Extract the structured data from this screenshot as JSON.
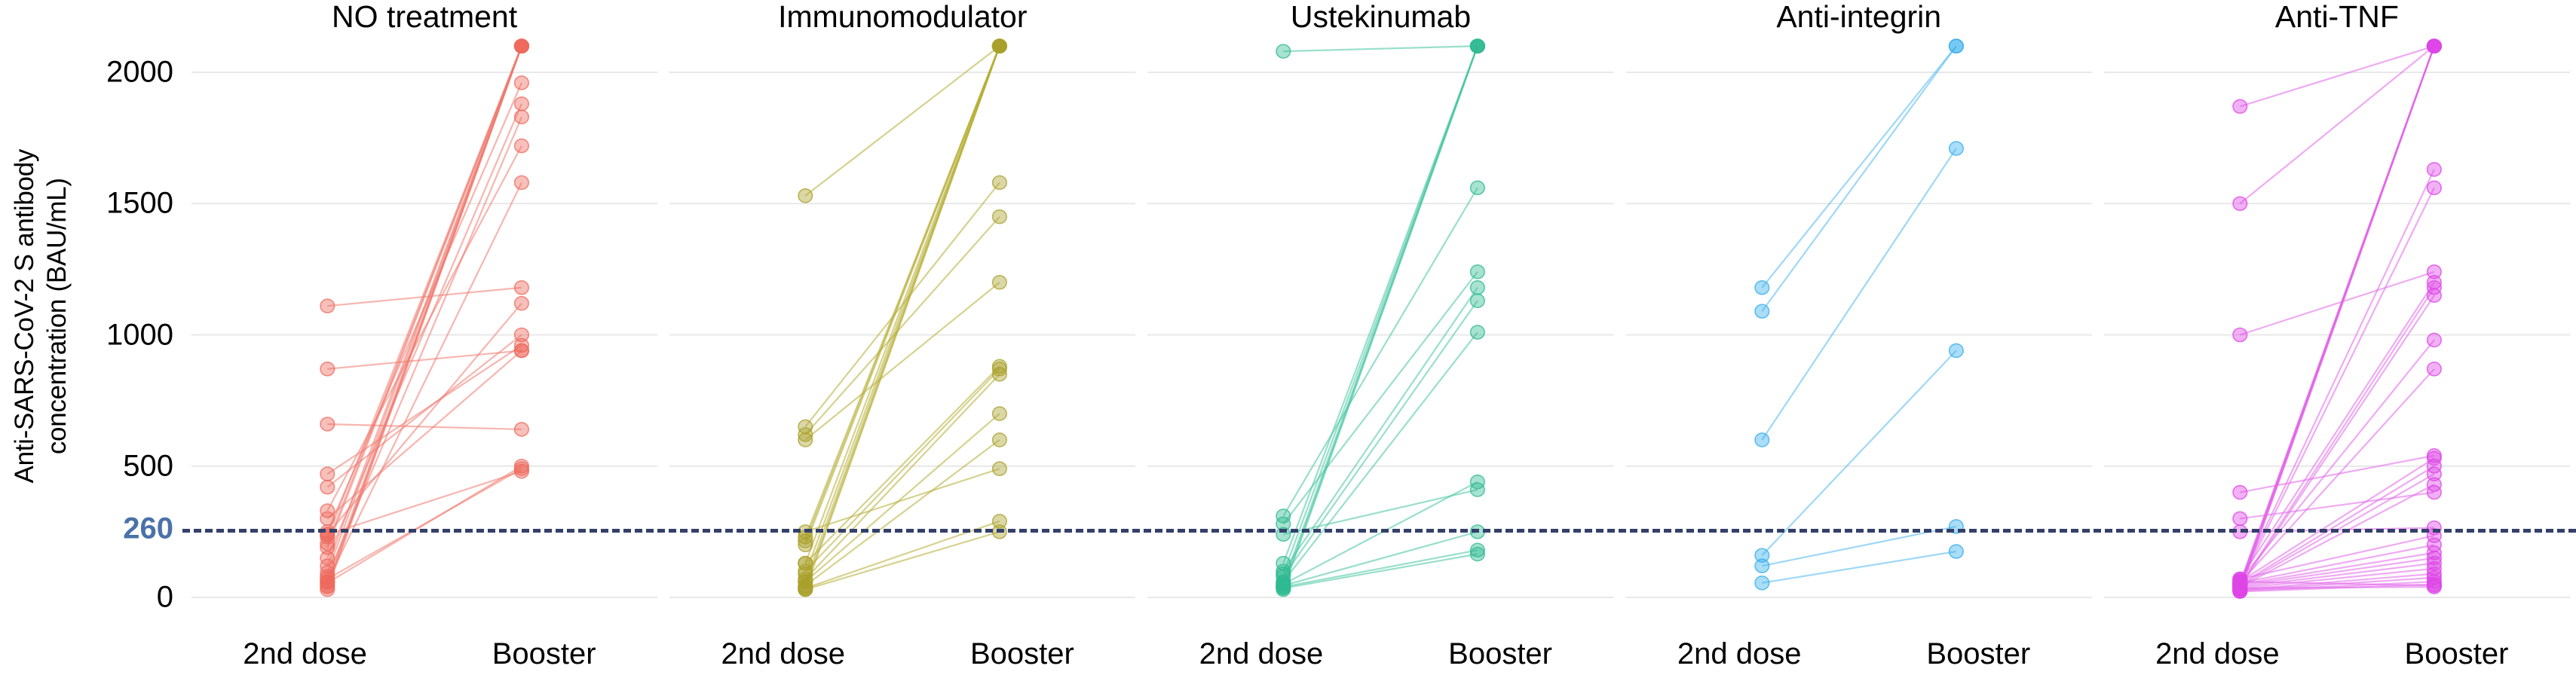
{
  "axis": {
    "ylabel_line1": "Anti-SARS-CoV-2 S antibody",
    "ylabel_line2": "concentration (BAU/mL)",
    "ytick_labels": [
      "2000",
      "1500",
      "1000",
      "500",
      "260",
      "0"
    ],
    "xtick_labels": [
      "2nd dose",
      "Booster"
    ],
    "threshold_label": "260",
    "threshold_color": "#33406b",
    "threshold_label_color": "#4a72a8",
    "gridline_color": "#e8e8e8"
  },
  "chart_data": {
    "type": "line",
    "title": "",
    "xlabel": "",
    "ylabel": "Anti-SARS-CoV-2 S antibody concentration (BAU/mL)",
    "ylim": [
      0,
      2100
    ],
    "yticks": [
      0,
      260,
      500,
      1000,
      1500,
      2000
    ],
    "ytick_labels": [
      "0",
      "260",
      "500",
      "1000",
      "1500",
      "2000"
    ],
    "x": [
      "2nd dose",
      "Booster"
    ],
    "grid": "horizontal",
    "legend": "none",
    "threshold": 260,
    "threshold_style": "dashed",
    "panels": [
      {
        "name": "NO treatment",
        "color": "#f0796e",
        "point_color": "#ee6a5e",
        "series": [
          {
            "values": [
              230,
              2100
            ]
          },
          {
            "values": [
              205,
              2100
            ]
          },
          {
            "values": [
              190,
              2100
            ]
          },
          {
            "values": [
              120,
              2100
            ]
          },
          {
            "values": [
              95,
              2100
            ]
          },
          {
            "values": [
              60,
              2100
            ]
          },
          {
            "values": [
              45,
              2100
            ]
          },
          {
            "values": [
              40,
              2100
            ]
          },
          {
            "values": [
              30,
              2100
            ]
          },
          {
            "values": [
              250,
              1960
            ]
          },
          {
            "values": [
              150,
              1880
            ]
          },
          {
            "values": [
              80,
              1830
            ]
          },
          {
            "values": [
              330,
              1720
            ]
          },
          {
            "values": [
              60,
              1580
            ]
          },
          {
            "values": [
              1110,
              1180
            ]
          },
          {
            "values": [
              240,
              1120
            ]
          },
          {
            "values": [
              420,
              1000
            ]
          },
          {
            "values": [
              470,
              960
            ]
          },
          {
            "values": [
              870,
              940
            ]
          },
          {
            "values": [
              300,
              940
            ]
          },
          {
            "values": [
              660,
              640
            ]
          },
          {
            "values": [
              55,
              500
            ]
          },
          {
            "values": [
              70,
              490
            ]
          },
          {
            "values": [
              240,
              480
            ]
          }
        ]
      },
      {
        "name": "Immunomodulator",
        "color": "#b5ad33",
        "point_color": "#a9a02b",
        "series": [
          {
            "values": [
              230,
              2100
            ]
          },
          {
            "values": [
              215,
              2100
            ]
          },
          {
            "values": [
              200,
              2100
            ]
          },
          {
            "values": [
              130,
              2100
            ]
          },
          {
            "values": [
              90,
              2100
            ]
          },
          {
            "values": [
              60,
              2100
            ]
          },
          {
            "values": [
              40,
              2100
            ]
          },
          {
            "values": [
              30,
              2100
            ]
          },
          {
            "values": [
              1530,
              2100
            ]
          },
          {
            "values": [
              650,
              1580
            ]
          },
          {
            "values": [
              620,
              1450
            ]
          },
          {
            "values": [
              600,
              1200
            ]
          },
          {
            "values": [
              130,
              880
            ]
          },
          {
            "values": [
              100,
              870
            ]
          },
          {
            "values": [
              70,
              850
            ]
          },
          {
            "values": [
              60,
              700
            ]
          },
          {
            "values": [
              45,
              600
            ]
          },
          {
            "values": [
              250,
              490
            ]
          },
          {
            "values": [
              35,
              290
            ]
          },
          {
            "values": [
              30,
              250
            ]
          }
        ]
      },
      {
        "name": "Ustekinumab",
        "color": "#45c4a0",
        "point_color": "#2fba92",
        "series": [
          {
            "values": [
              2080,
              2100
            ]
          },
          {
            "values": [
              130,
              2100
            ]
          },
          {
            "values": [
              90,
              2100
            ]
          },
          {
            "values": [
              55,
              2100
            ]
          },
          {
            "values": [
              40,
              2100
            ]
          },
          {
            "values": [
              30,
              2100
            ]
          },
          {
            "values": [
              310,
              1560
            ]
          },
          {
            "values": [
              280,
              1240
            ]
          },
          {
            "values": [
              100,
              1180
            ]
          },
          {
            "values": [
              80,
              1130
            ]
          },
          {
            "values": [
              60,
              1010
            ]
          },
          {
            "values": [
              50,
              440
            ]
          },
          {
            "values": [
              240,
              410
            ]
          },
          {
            "values": [
              45,
              250
            ]
          },
          {
            "values": [
              40,
              180
            ]
          },
          {
            "values": [
              35,
              165
            ]
          }
        ]
      },
      {
        "name": "Anti-integrin",
        "color": "#4fb8ee",
        "point_color": "#35aeec",
        "series": [
          {
            "values": [
              1180,
              2100
            ]
          },
          {
            "values": [
              1090,
              2100
            ]
          },
          {
            "values": [
              600,
              1710
            ]
          },
          {
            "values": [
              160,
              940
            ]
          },
          {
            "values": [
              120,
              270
            ]
          },
          {
            "values": [
              55,
              175
            ]
          }
        ]
      },
      {
        "name": "Anti-TNF",
        "color": "#e264ea",
        "point_color": "#dd46e6",
        "series": [
          {
            "values": [
              1870,
              2100
            ]
          },
          {
            "values": [
              1500,
              2100
            ]
          },
          {
            "values": [
              55,
              2100
            ]
          },
          {
            "values": [
              50,
              2100
            ]
          },
          {
            "values": [
              45,
              2100
            ]
          },
          {
            "values": [
              40,
              2100
            ]
          },
          {
            "values": [
              35,
              2100
            ]
          },
          {
            "values": [
              30,
              2100
            ]
          },
          {
            "values": [
              25,
              2100
            ]
          },
          {
            "values": [
              60,
              1630
            ]
          },
          {
            "values": [
              50,
              1560
            ]
          },
          {
            "values": [
              1000,
              1240
            ]
          },
          {
            "values": [
              70,
              1200
            ]
          },
          {
            "values": [
              45,
              1180
            ]
          },
          {
            "values": [
              40,
              1150
            ]
          },
          {
            "values": [
              65,
              980
            ]
          },
          {
            "values": [
              55,
              870
            ]
          },
          {
            "values": [
              400,
              540
            ]
          },
          {
            "values": [
              60,
              530
            ]
          },
          {
            "values": [
              50,
              500
            ]
          },
          {
            "values": [
              45,
              470
            ]
          },
          {
            "values": [
              40,
              430
            ]
          },
          {
            "values": [
              300,
              400
            ]
          },
          {
            "values": [
              250,
              265
            ]
          },
          {
            "values": [
              70,
              235
            ]
          },
          {
            "values": [
              55,
              200
            ]
          },
          {
            "values": [
              50,
              170
            ]
          },
          {
            "values": [
              45,
              150
            ]
          },
          {
            "values": [
              40,
              130
            ]
          },
          {
            "values": [
              35,
              110
            ]
          },
          {
            "values": [
              30,
              90
            ]
          },
          {
            "values": [
              28,
              75
            ]
          },
          {
            "values": [
              25,
              60
            ]
          },
          {
            "values": [
              22,
              50
            ]
          },
          {
            "values": [
              60,
              45
            ]
          },
          {
            "values": [
              35,
              40
            ]
          }
        ]
      }
    ]
  }
}
